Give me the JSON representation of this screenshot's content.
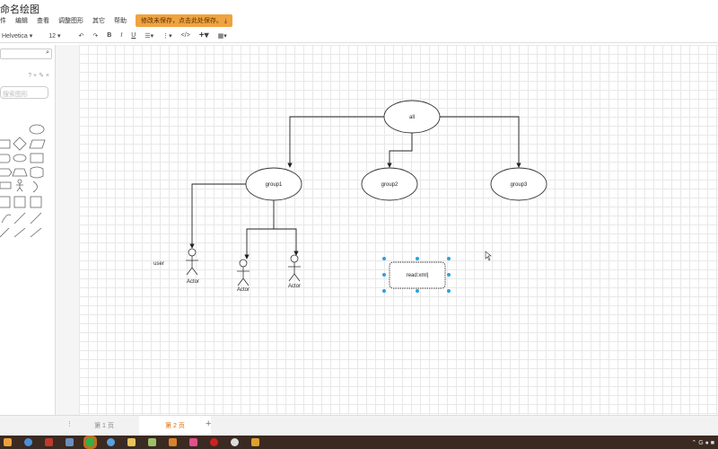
{
  "title": "命名绘图",
  "menu": [
    "件",
    "编辑",
    "查看",
    "调整图形",
    "其它",
    "帮助"
  ],
  "unsaved_notice": "修改未保存，点击此处保存。",
  "toolbar": {
    "font": "Helvetica",
    "size": "12"
  },
  "sidebar": {
    "search_placeholder": "",
    "scratch_actions": "? + ✎ ×",
    "search_shapes_placeholder": "搜索图形"
  },
  "diagram": {
    "nodes": {
      "all": "all",
      "group1": "group1",
      "group2": "group2",
      "group3": "group3",
      "read": "read:xml|",
      "user": "user"
    },
    "actors": [
      "Actor",
      "Actor",
      "Actor"
    ],
    "selection_color": "#29a3e0"
  },
  "tabs": [
    {
      "label": "第 1 页"
    },
    {
      "label": "第 2 页"
    }
  ],
  "add_page": "+",
  "accent": "#f0a340"
}
